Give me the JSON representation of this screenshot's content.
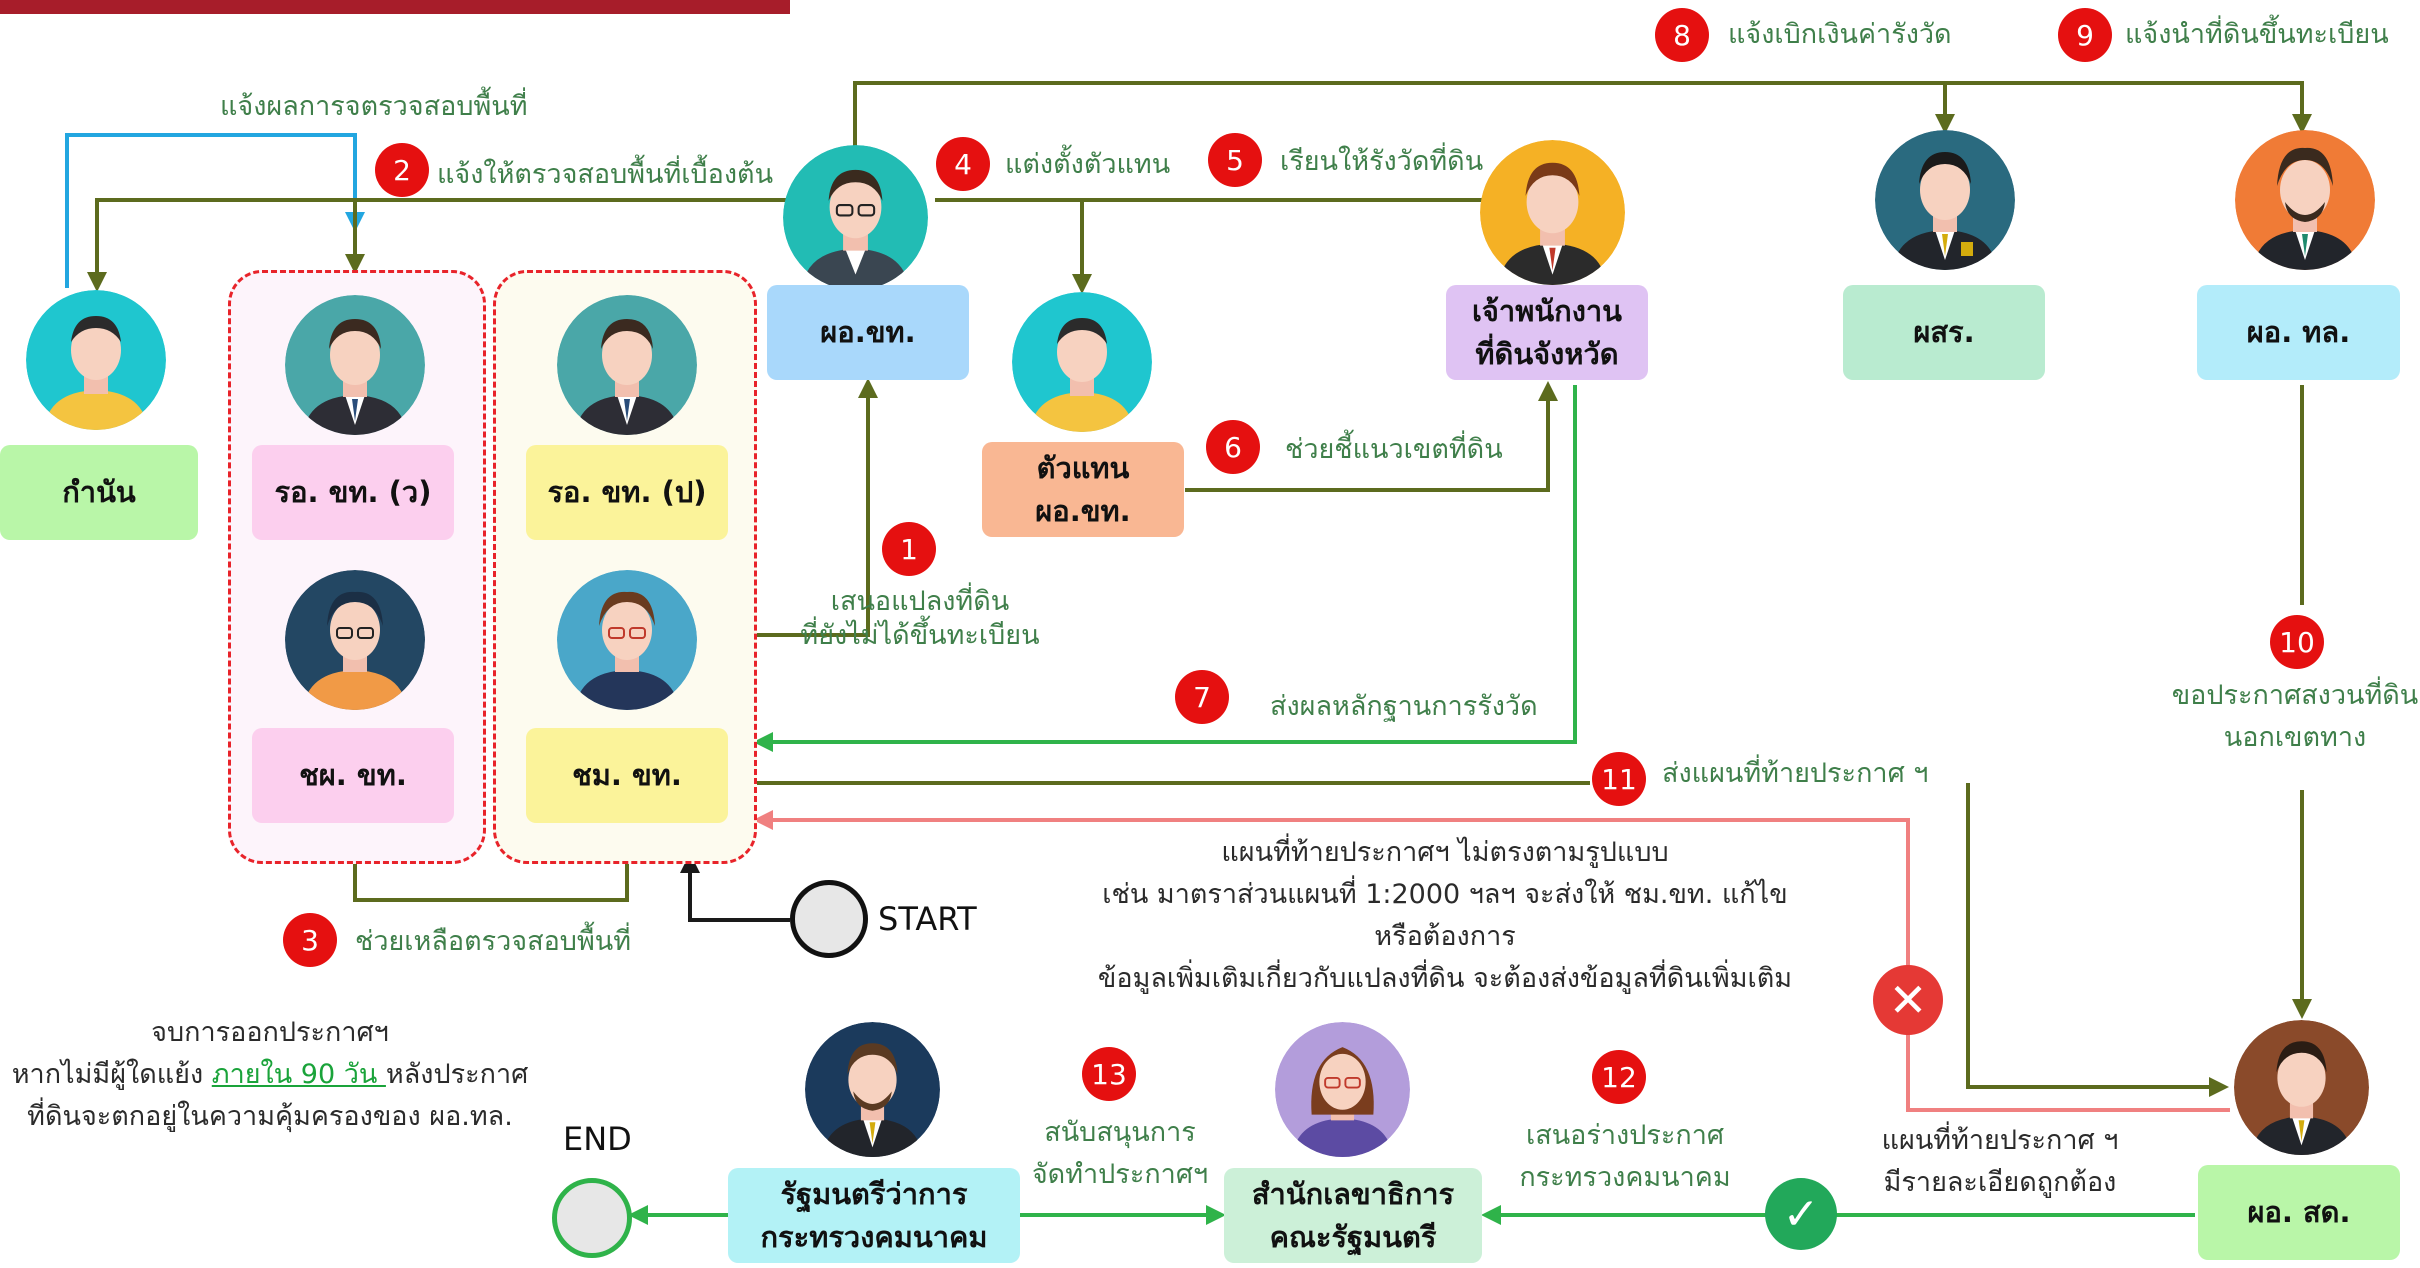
{
  "actors": {
    "kamnan": "กำนัน",
    "ro_w": "รอ. ขท. (ว)",
    "ro_p": "รอ. ขท. (ป)",
    "chp": "ชผ. ขท.",
    "chm": "ชม. ขท.",
    "por_ko": "ผอ.ขท.",
    "rep": "ตัวแทน\nผอ.ขท.",
    "officer": "เจ้าพนักงาน\nที่ดินจังหวัด",
    "psr": "ผสร.",
    "por_tl": "ผอ. ทล.",
    "por_sd": "ผอ. สด.",
    "minister": "รัฐมนตรีว่าการ\nกระทรวงคมนาคม",
    "cabinet": "สำนักเลขาธิการ\nคณะรัฐมนตรี"
  },
  "steps": [
    {
      "num": "1",
      "text": "เสนอแปลงที่ดิน\nที่ยังไม่ได้ขึ้นทะเบียน"
    },
    {
      "num": "2",
      "text": "แจ้งให้ตรวจสอบพื้นที่เบื้องต้น"
    },
    {
      "num": "3",
      "text": "ช่วยเหลือตรวจสอบพื้นที่"
    },
    {
      "num": "4",
      "text": "แต่งตั้งตัวแทน"
    },
    {
      "num": "5",
      "text": "เรียนให้รังวัดที่ดิน"
    },
    {
      "num": "6",
      "text": "ช่วยชี้แนวเขตที่ดิน"
    },
    {
      "num": "7",
      "text": "ส่งผลหลักฐานการรังวัด"
    },
    {
      "num": "8",
      "text": "แจ้งเบิกเงินค่ารังวัด"
    },
    {
      "num": "9",
      "text": "แจ้งนำที่ดินขึ้นทะเบียน"
    },
    {
      "num": "10",
      "text": "ขอประกาศสงวนที่ดิน\nนอกเขตทาง"
    },
    {
      "num": "11",
      "text": "ส่งแผนที่ท้ายประกาศ ฯ"
    },
    {
      "num": "12",
      "text": "เสนอร่างประกาศ\nกระทรวงคมนาคม"
    },
    {
      "num": "13",
      "text": "สนับสนุนการ\nจัดทำประกาศฯ"
    }
  ],
  "labels": {
    "report_result": "แจ้งผลการจตรวจสอบพื้นที่",
    "start": "START",
    "end": "END",
    "correct": "แผนที่ท้ายประกาศ ฯ\nมีรายละเอียดถูกต้อง",
    "reject_note": "แผนที่ท้ายประกาศฯ ไม่ตรงตามรูปแบบ\nเช่น มาตราส่วนแผนที่ 1:2000 ฯลฯ จะส่งให้ ชม.ขท. แก้ไข หรือต้องการ\nข้อมูลเพิ่มเติมเกี่ยวกับแปลงที่ดิน จะต้องส่งข้อมูลที่ดินเพิ่มเติม",
    "end_note_1": "จบการออกประกาศฯ",
    "end_note_2a": "หากไม่มีผู้ใดแย้ง ",
    "end_note_2b": "ภายใน 90 วัน ",
    "end_note_2c": "หลังประกาศ",
    "end_note_3": "ที่ดินจะตกอยู่ในความคุ้มครองของ ผอ.ทล."
  },
  "colors": {
    "arrow_main": "#5c6b1e",
    "arrow_blue": "#22a6e0",
    "arrow_green": "#2fb34a",
    "arrow_reject": "#f08080",
    "badge": "#e51010",
    "top_bar": "#a71d2a"
  }
}
